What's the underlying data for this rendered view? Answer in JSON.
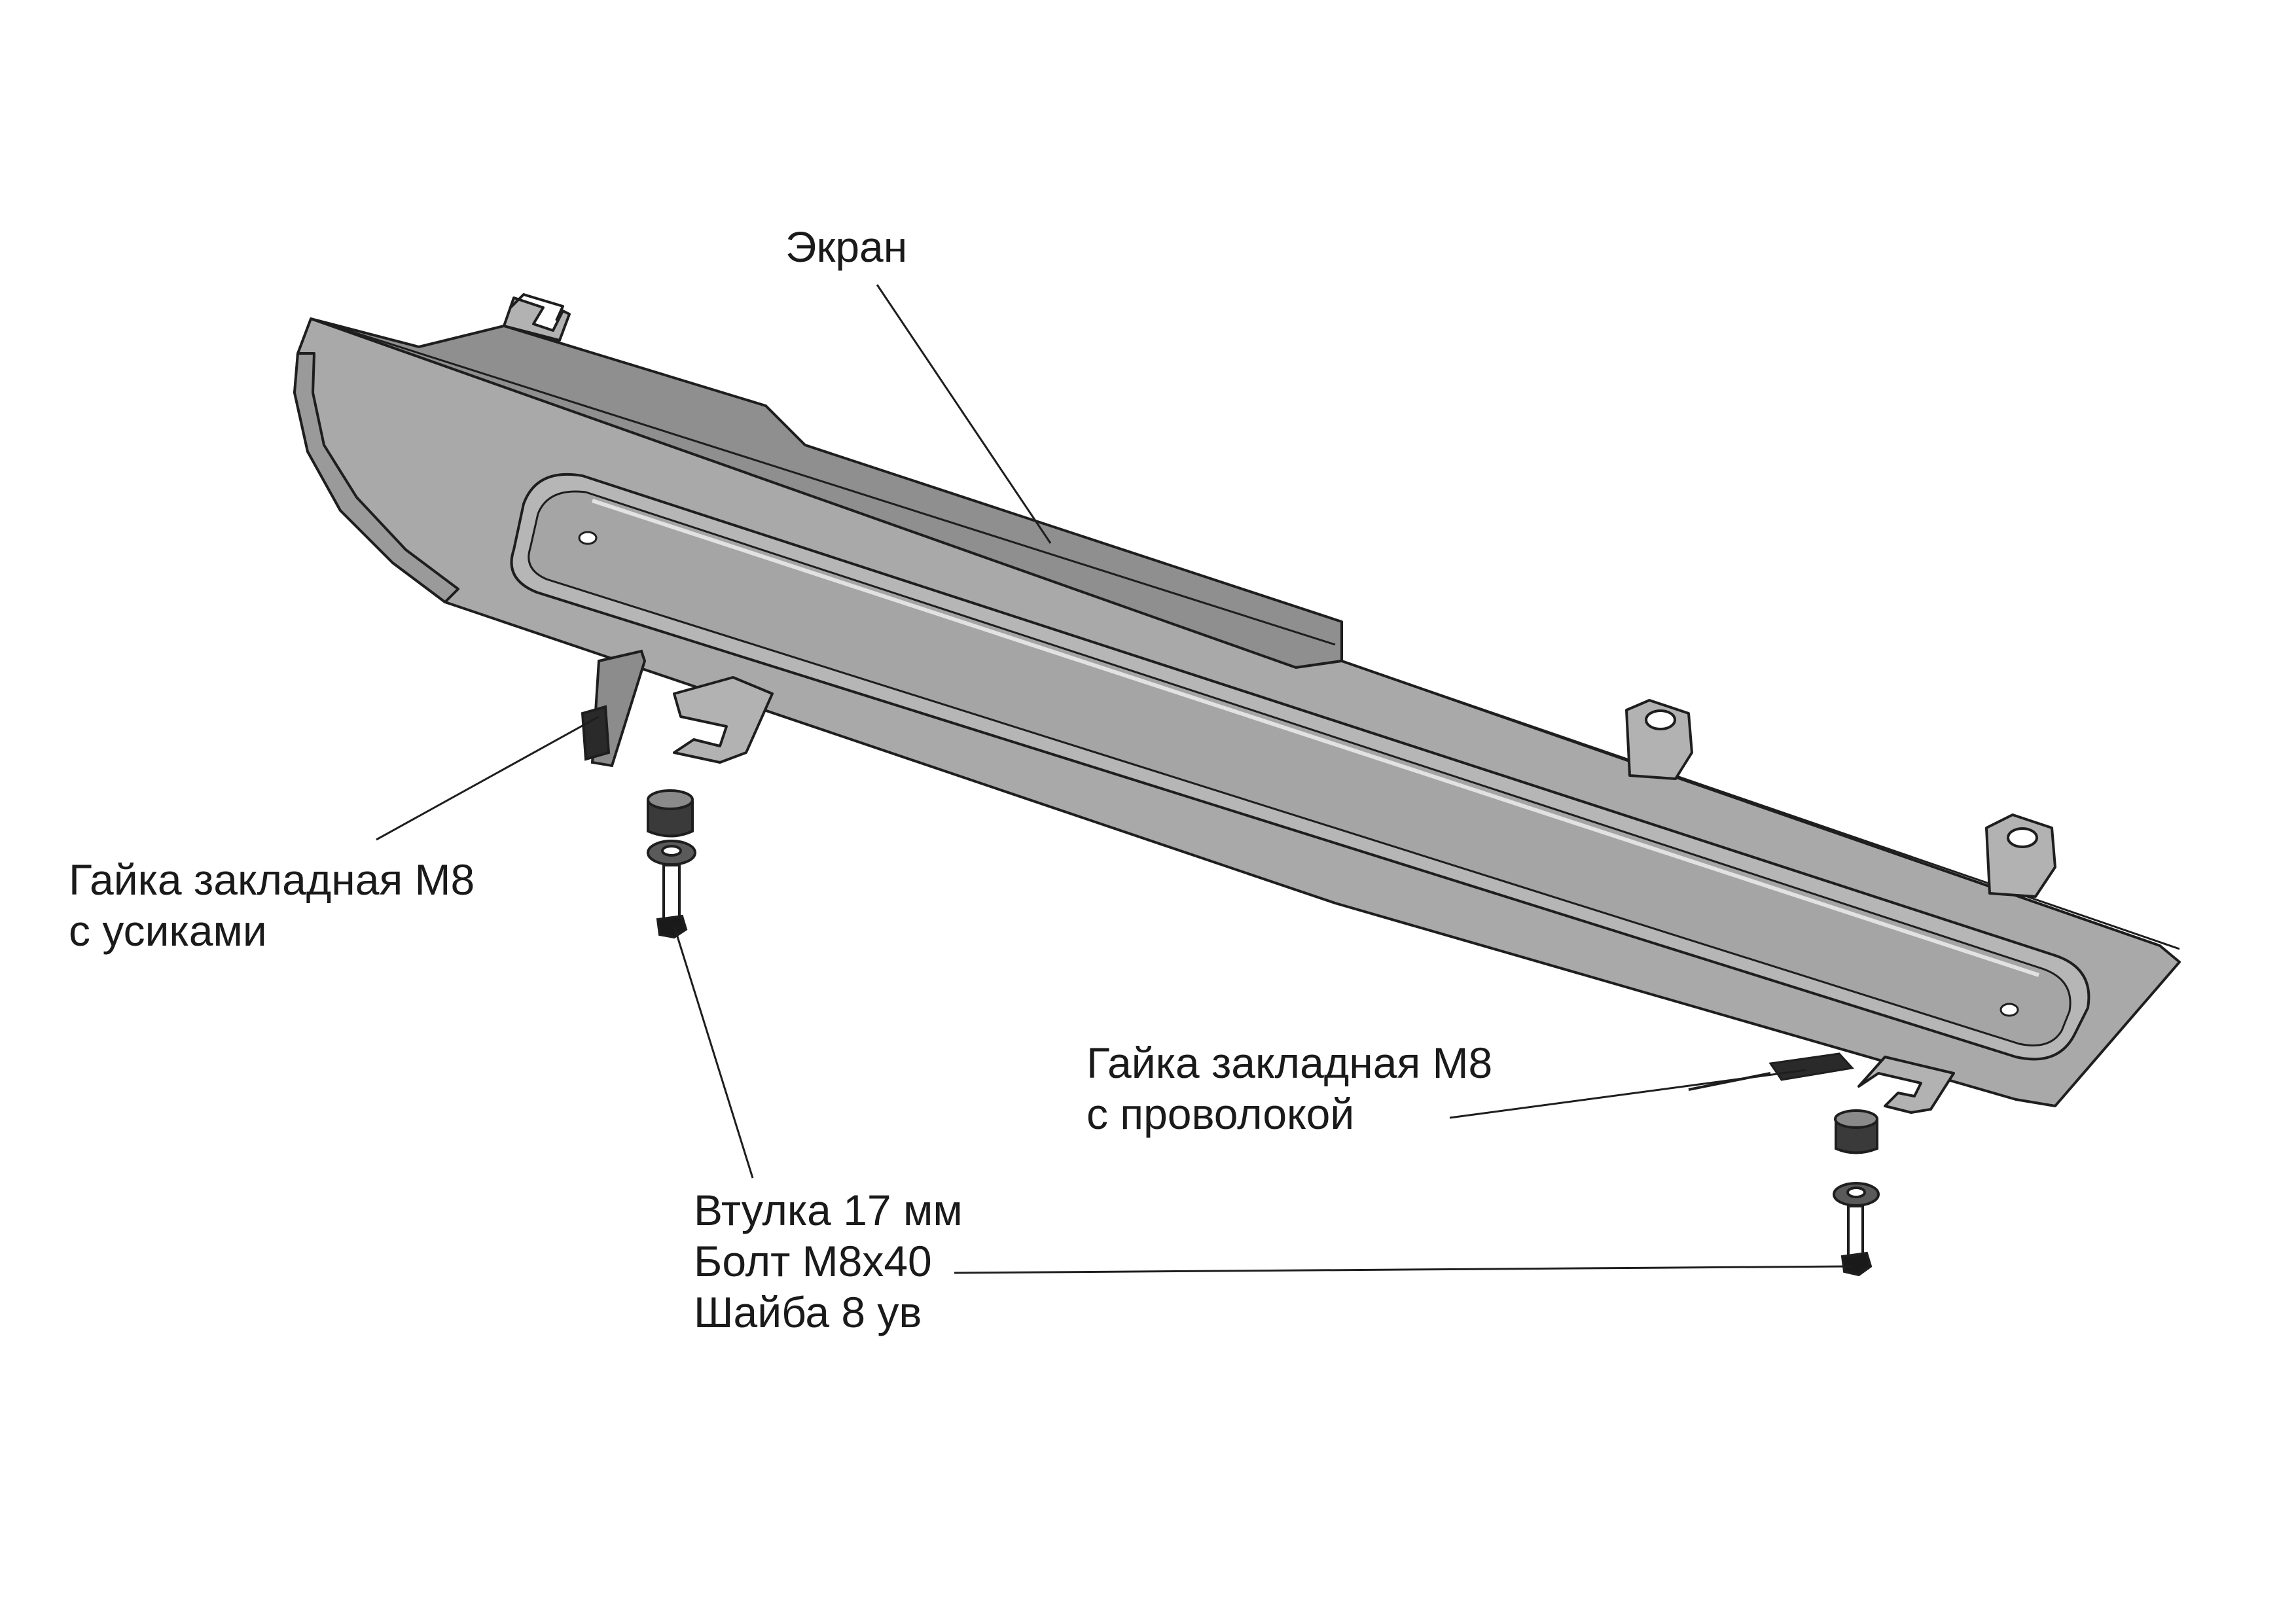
{
  "labels": {
    "screen": "Экран",
    "nut_whiskers": {
      "line1": "Гайка закладная М8",
      "line2": "с усиками"
    },
    "nut_wire": {
      "line1": "Гайка закладная М8",
      "line2": "с проволокой"
    },
    "fasteners": {
      "line1": "Втулка 17 мм",
      "line2": "Болт М8х40",
      "line3": "Шайба 8 ув"
    }
  },
  "colors": {
    "plate": "#a7a7a7",
    "plate_dark": "#8f8f8f",
    "plate_light": "#c4c4c4",
    "outline": "#1e1e1e",
    "text": "#1a1a1a"
  }
}
